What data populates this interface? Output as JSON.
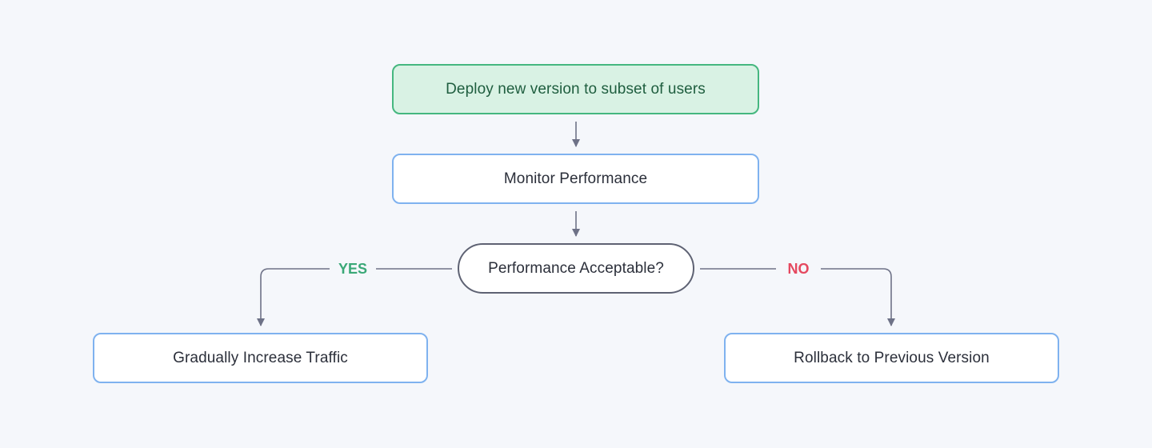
{
  "diagram": {
    "nodes": {
      "start": "Deploy new version to subset of users",
      "monitor": "Monitor Performance",
      "decision": "Performance Acceptable?",
      "increase": "Gradually Increase Traffic",
      "rollback": "Rollback to Previous Version"
    },
    "edges": {
      "yes_label": "YES",
      "no_label": "NO"
    },
    "colors": {
      "background": "#f5f7fb",
      "start_fill": "#d9f2e4",
      "start_border": "#45b77f",
      "process_border": "#7fb2ef",
      "decision_border": "#5e6273",
      "connector": "#6e7287",
      "yes": "#3aa877",
      "no": "#e5485f"
    }
  }
}
